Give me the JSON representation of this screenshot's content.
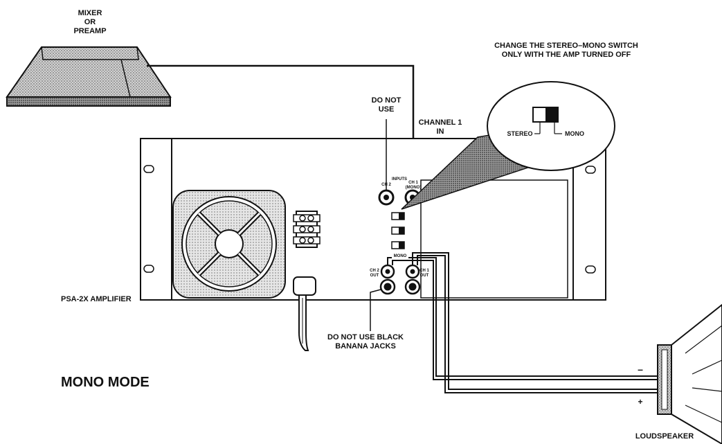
{
  "labels": {
    "source": "MIXER\nOR\nPREAMP",
    "warning": "CHANGE THE STEREO–MONO SWITCH\nONLY WITH THE AMP TURNED OFF",
    "do_not_use_top": "DO NOT\nUSE",
    "channel_in": "CHANNEL 1\nIN",
    "stereo": "STEREO",
    "mono_switch": "MONO",
    "amplifier": "PSA-2X AMPLIFIER",
    "do_not_use_black": "DO NOT USE BLACK\nBANANA JACKS",
    "mode_title": "MONO MODE",
    "loudspeaker": "LOUDSPEAKER",
    "minus": "–",
    "plus": "+"
  },
  "panel_markings": {
    "inputs": "INPUTS",
    "ch2_in": "CH 2",
    "ch1_in": "CH 1\n(MONO)",
    "mono_bridge": "MONO",
    "ch2_out": "CH 2\nOUT",
    "ch1_out": "CH 1\nOUT"
  },
  "colors": {
    "ink": "#111111",
    "stipple_light": "#c8c8c8",
    "stipple_dark": "#8a8a8a",
    "panel_fill": "#ffffff"
  }
}
